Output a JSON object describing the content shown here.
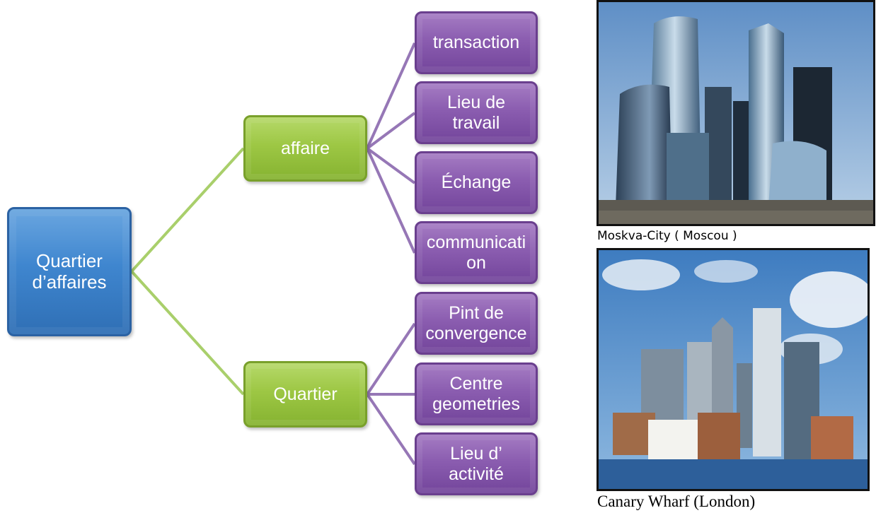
{
  "diagram": {
    "root": {
      "label": "Quartier\nd’affaires"
    },
    "branches": [
      {
        "label": "affaire",
        "children": [
          "transaction",
          "Lieu de\ntravail",
          "Échange",
          "communicati\non"
        ]
      },
      {
        "label": "Quartier",
        "children": [
          "Pint de\nconvergence",
          "Centre\ngeometries",
          "Lieu d’\nactivité"
        ]
      }
    ]
  },
  "photos": [
    {
      "caption": "Moskva-City ( Moscou )"
    },
    {
      "caption": "Canary Wharf (London)"
    }
  ],
  "colors": {
    "root": "#3f86cf",
    "branch": "#9dc744",
    "leaf": "#8b5db0",
    "connector_green": "#a9cf6b",
    "connector_purple": "#9677b6"
  }
}
